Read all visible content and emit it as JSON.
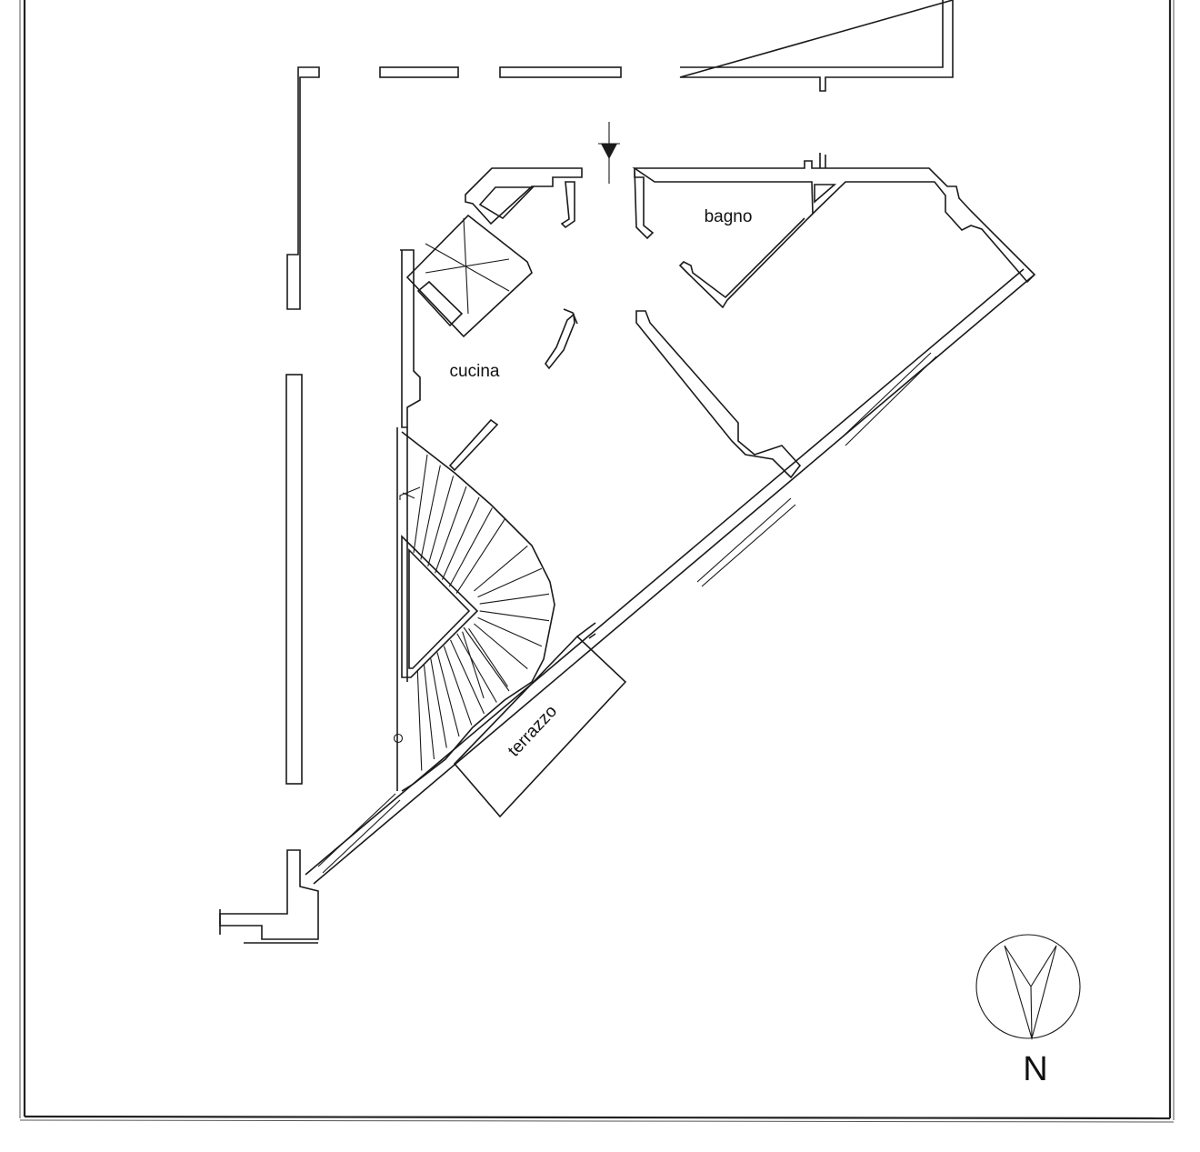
{
  "rooms": {
    "bagno": "bagno",
    "cucina": "cucina",
    "terrazzo": "terrazzo"
  },
  "north_arrow": {
    "label": "N"
  },
  "colors": {
    "line": "#1a1a1a",
    "background": "#ffffff"
  }
}
